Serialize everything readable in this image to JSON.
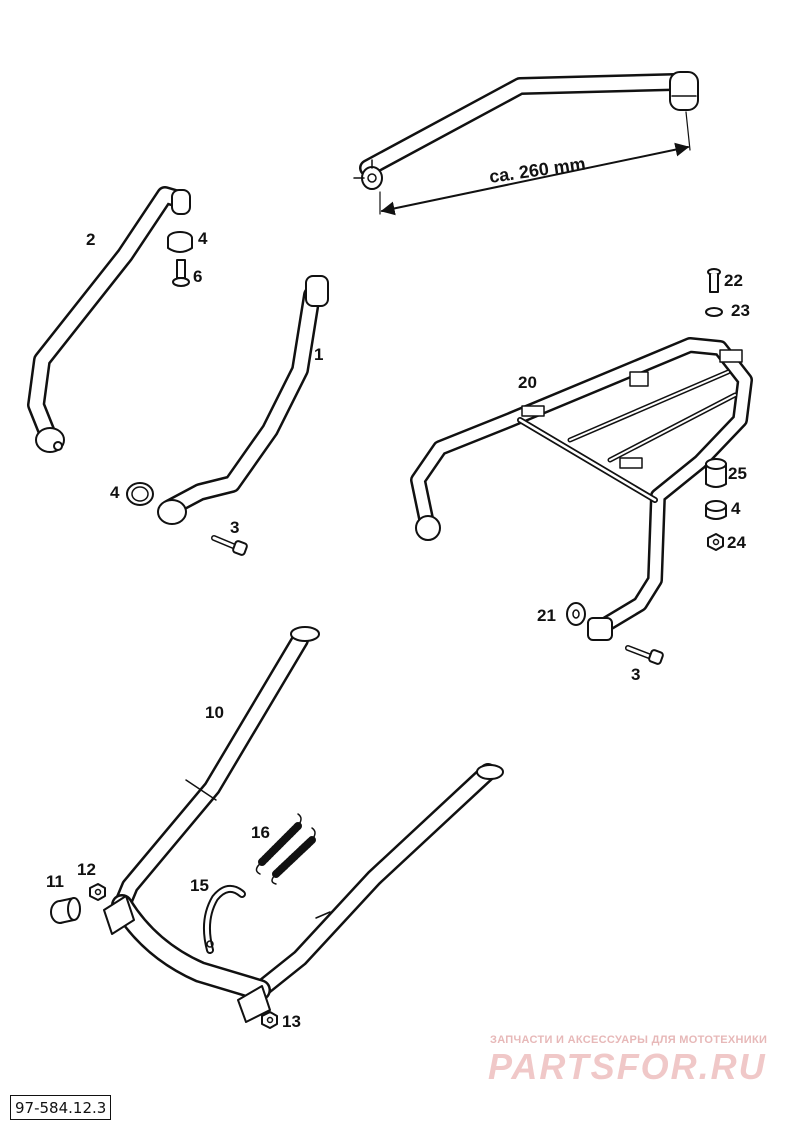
{
  "dimension": "ca. 260 mm",
  "reference_code": "97-584.12.3",
  "watermark": {
    "tagline": "ЗАПЧАСТИ И АКСЕССУАРЫ ДЛЯ МОТОТЕХНИКИ",
    "logo_text": "PARTSFOR.RU"
  },
  "callouts": {
    "p1": "1",
    "p2": "2",
    "p3a": "3",
    "p3b": "3",
    "p4a": "4",
    "p4b": "4",
    "p4c": "4",
    "p6": "6",
    "p10": "10",
    "p11": "11",
    "p12": "12",
    "p13": "13",
    "p15": "15",
    "p16": "16",
    "p20": "20",
    "p21": "21",
    "p22": "22",
    "p23": "23",
    "p24": "24",
    "p25": "25"
  }
}
